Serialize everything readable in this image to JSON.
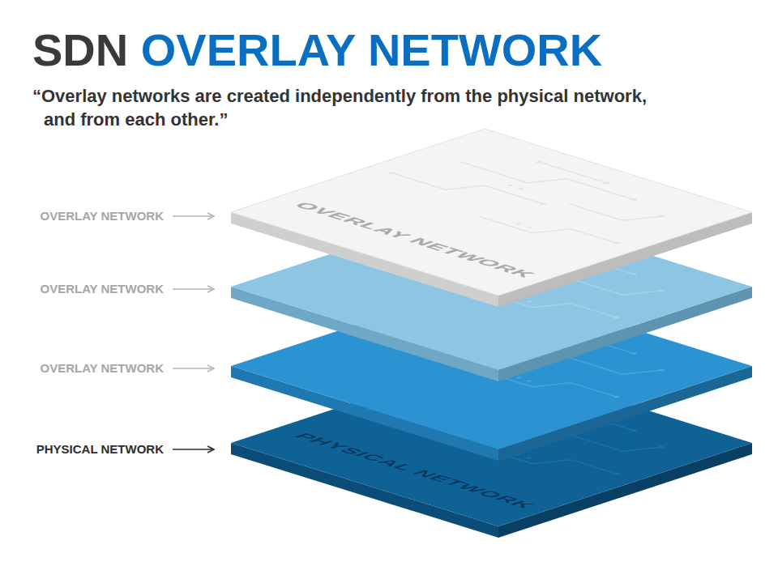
{
  "diagram": {
    "title": "SDN OVERLAY NETWORK",
    "caption": "“Overlay networks are created independently from the physical network, and from each other.”",
    "nodes": [
      {
        "text": [
          "OVERLAY NETWORK"
        ]
      },
      {
        "text": [
          "PHYSICAL NETWORK"
        ]
      }
    ],
    "labels": [
      "OVERLAY NETWORK",
      "OVERLAY NETWORK",
      "OVERLAY NETWORK",
      "PHYSICAL NETWORK"
    ]
  }
}
